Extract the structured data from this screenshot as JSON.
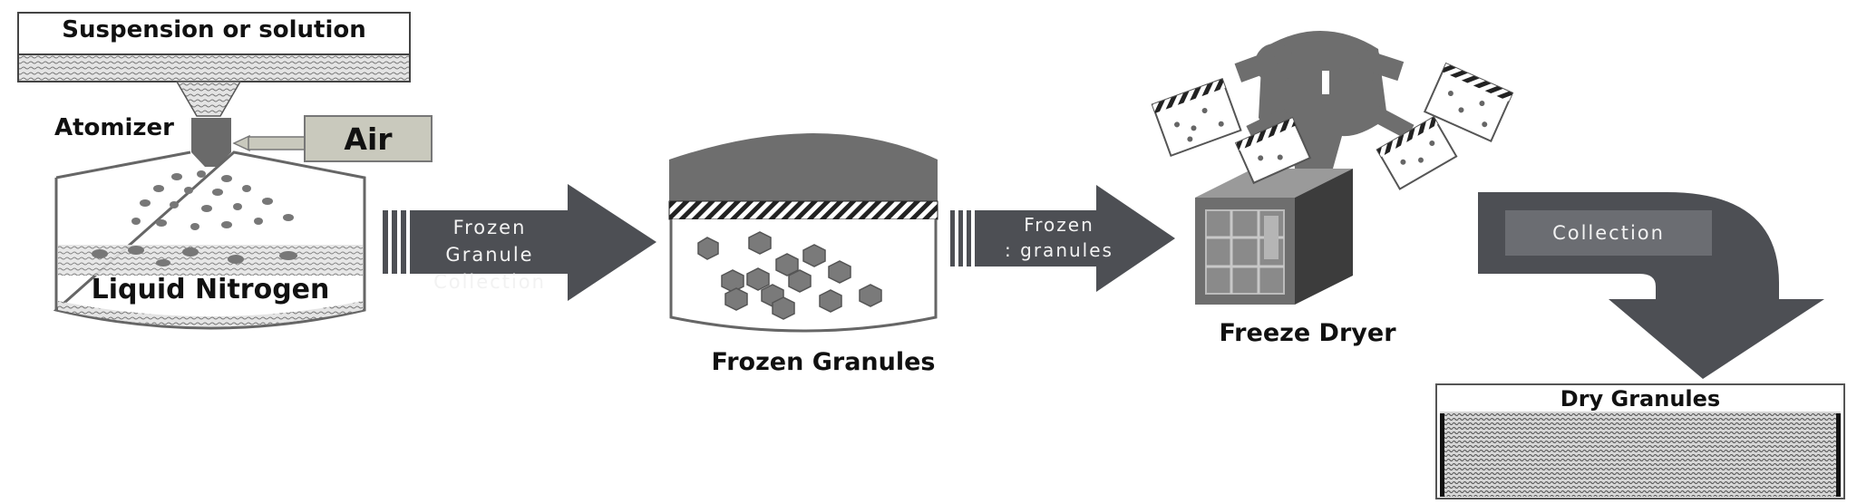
{
  "stages": {
    "feed_label": "Suspension or solution",
    "atomizer_label": "Atomizer",
    "air_label": "Air",
    "nitrogen_label": "Liquid Nitrogen",
    "frozen_granules_label": "Frozen Granules",
    "freeze_dryer_label": "Freeze Dryer",
    "dry_granules_label": "Dry Granules"
  },
  "arrows": {
    "arrow1_line1": "Frozen Granule",
    "arrow1_line2": "Collection",
    "arrow2_line1": "Frozen",
    "arrow2_line2": ": granules",
    "arrow3_label": "Collection"
  },
  "colors": {
    "arrow_dark": "#4d4f54",
    "arrow_mid": "#6b6d72",
    "air_box": "#c9c9bd",
    "machine_gray": "#6e6e6e",
    "granule_gray": "#7a7a7a"
  }
}
